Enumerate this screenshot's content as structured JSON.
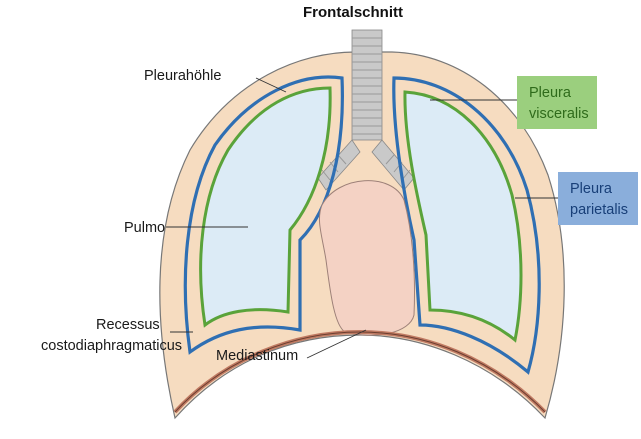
{
  "title": "Frontalschnitt",
  "labels": {
    "pleurahoehle": "Pleurahöhle",
    "pulmo": "Pulmo",
    "recessus_line1": "Recessus",
    "recessus_line2": "costodiaphragmaticus",
    "mediastinum": "Mediastinum"
  },
  "legend_boxes": {
    "visceralis": {
      "line1": "Pleura",
      "line2": "visceralis",
      "fill": "#9bcf7e",
      "text_color": "#2f6b1b",
      "stroke": "#5aa33a"
    },
    "parietalis": {
      "line1": "Pleura",
      "line2": "parietalis",
      "fill": "#8aaedb",
      "text_color": "#183f78",
      "stroke": "#2f6fb3"
    }
  },
  "colors": {
    "chest_wall": "#f6dcc0",
    "chest_wall_outline": "#777777",
    "lung": "#dcebf6",
    "pleura_visceralis": "#5aa33a",
    "pleura_parietalis": "#2f6fb3",
    "diaphragm": "#c07a62",
    "mediastinum": "#f4d2c4",
    "trachea": "#c9c9c9"
  }
}
